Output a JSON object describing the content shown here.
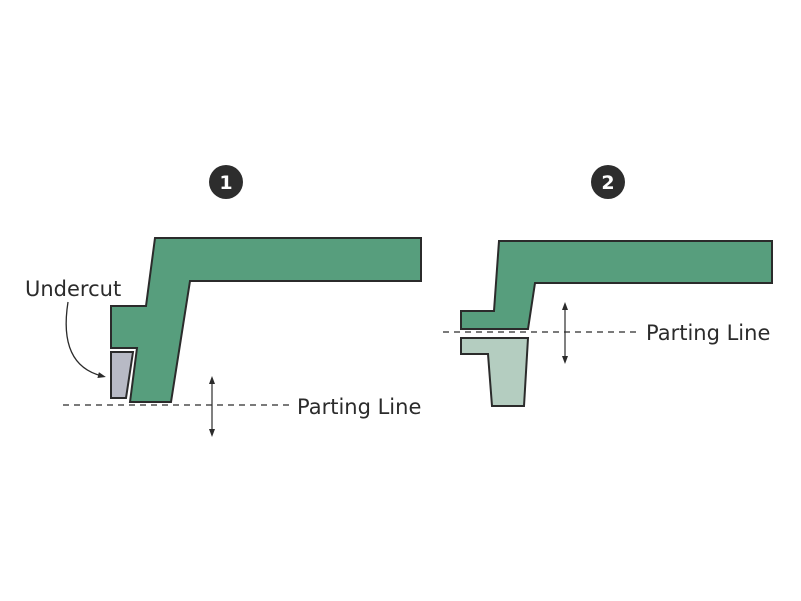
{
  "diagram": {
    "panel_1": {
      "badge": "1",
      "undercut_label": "Undercut",
      "parting_line_label": "Parting Line"
    },
    "panel_2": {
      "badge": "2",
      "parting_line_label": "Parting Line"
    }
  },
  "colors": {
    "part_green": "#579e7d",
    "light_green": "#b4cdc0",
    "undercut_gray": "#b8bac5",
    "outline": "#2b2b2b",
    "badge": "#2d2d2d"
  }
}
